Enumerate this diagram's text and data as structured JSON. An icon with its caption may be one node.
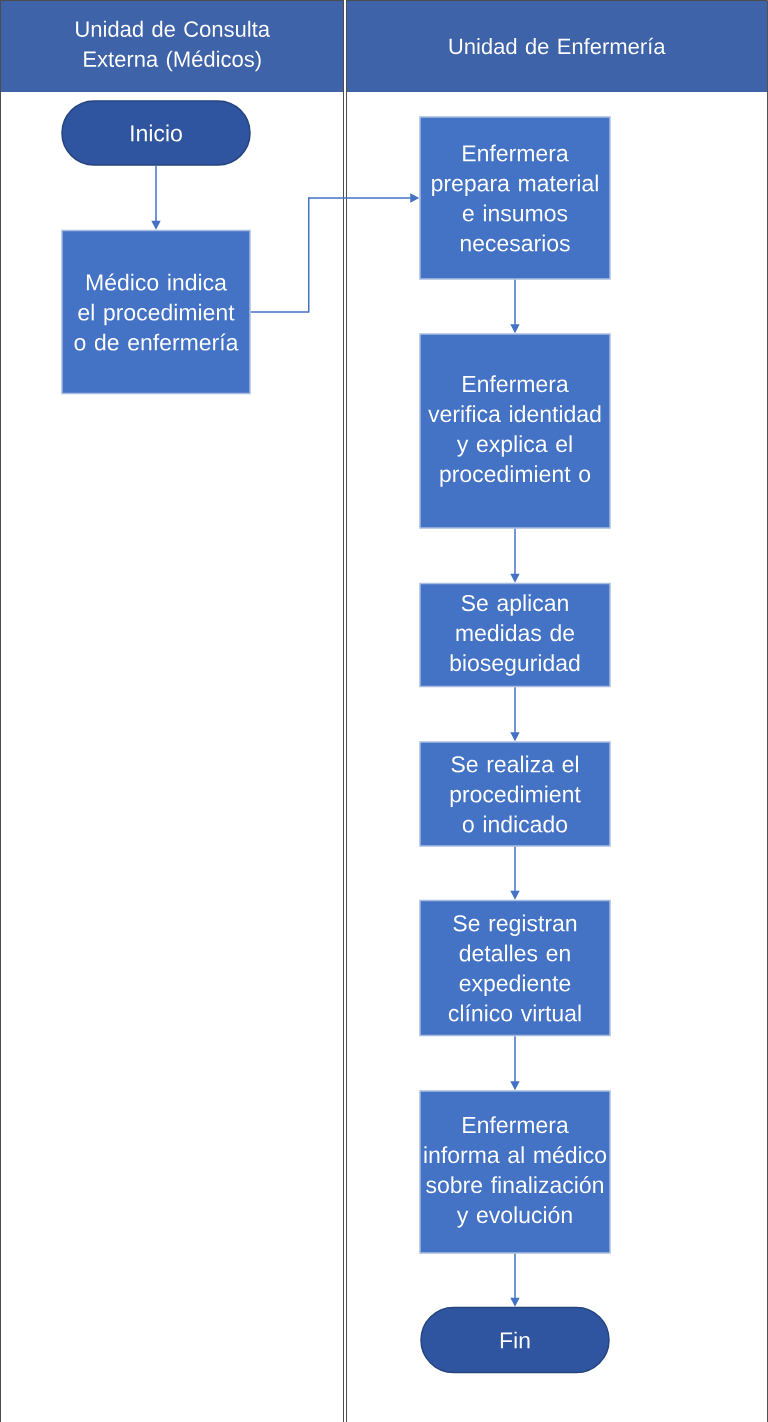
{
  "diagram": {
    "nodes": [
      {
        "text": [
          "Unidad de Consulta Externa (Médicos)"
        ]
      },
      {
        "text": [
          "Unidad de Enfermería"
        ]
      },
      {
        "text": [
          "Inicio"
        ],
        "in": 0
      },
      {
        "text": [
          "Médico indica el procedimient o de enfermería"
        ],
        "in": 0
      },
      {
        "text": [
          "Enfermera prepara material e insumos necesarios"
        ],
        "in": 1
      },
      {
        "text": [
          "Enfermera verifica identidad y explica el procedimient o"
        ],
        "in": 1
      },
      {
        "text": [
          "Se aplican medidas de bioseguridad"
        ],
        "in": 1
      },
      {
        "text": [
          "Se realiza el procedimient o indicado"
        ],
        "in": 1
      },
      {
        "text": [
          "Se registran detalles en expediente clínico virtual"
        ],
        "in": 1
      },
      {
        "text": [
          "Enfermera informa al médico sobre finalización y evolución"
        ],
        "in": 1
      },
      {
        "text": [
          "Fin"
        ],
        "in": 1
      }
    ],
    "edges": [
      {
        "from": 2,
        "to": 3,
        "arrow": "to"
      },
      {
        "from": 3,
        "to": 4,
        "arrow": "to"
      },
      {
        "from": 4,
        "to": 5,
        "arrow": "to"
      },
      {
        "from": 5,
        "to": 6,
        "arrow": "to"
      },
      {
        "from": 6,
        "to": 7,
        "arrow": "to"
      },
      {
        "from": 7,
        "to": 8,
        "arrow": "to"
      },
      {
        "from": 8,
        "to": 9,
        "arrow": "to"
      },
      {
        "from": 9,
        "to": 10,
        "arrow": "to"
      }
    ]
  }
}
